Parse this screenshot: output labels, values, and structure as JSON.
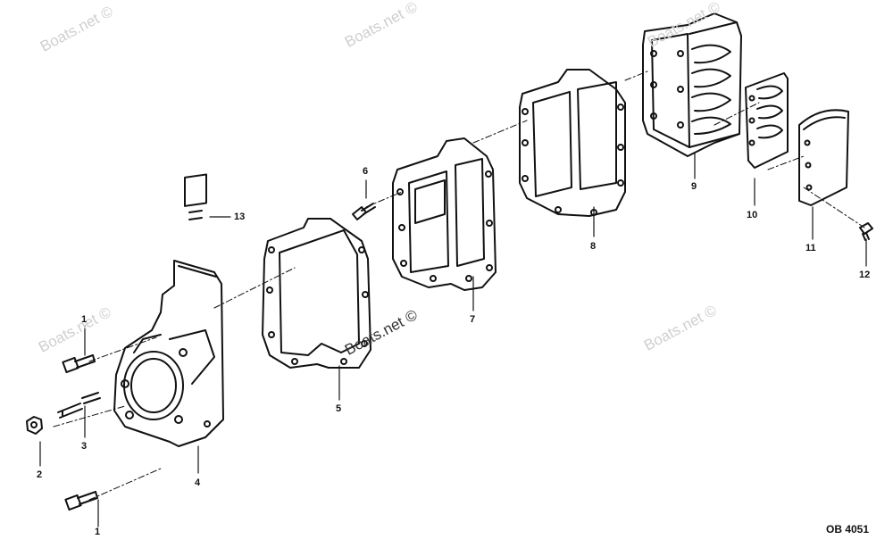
{
  "diagram": {
    "drawing_code": "OB 4051",
    "watermarks": [
      "Boats.net ©",
      "Boats.net ©",
      "Boats.net ©",
      "Boats.net ©",
      "Boats.net ©",
      "Boats.net ©"
    ],
    "callouts": [
      "1",
      "1",
      "2",
      "3",
      "4",
      "5",
      "6",
      "7",
      "8",
      "9",
      "10",
      "11",
      "12",
      "13"
    ]
  }
}
